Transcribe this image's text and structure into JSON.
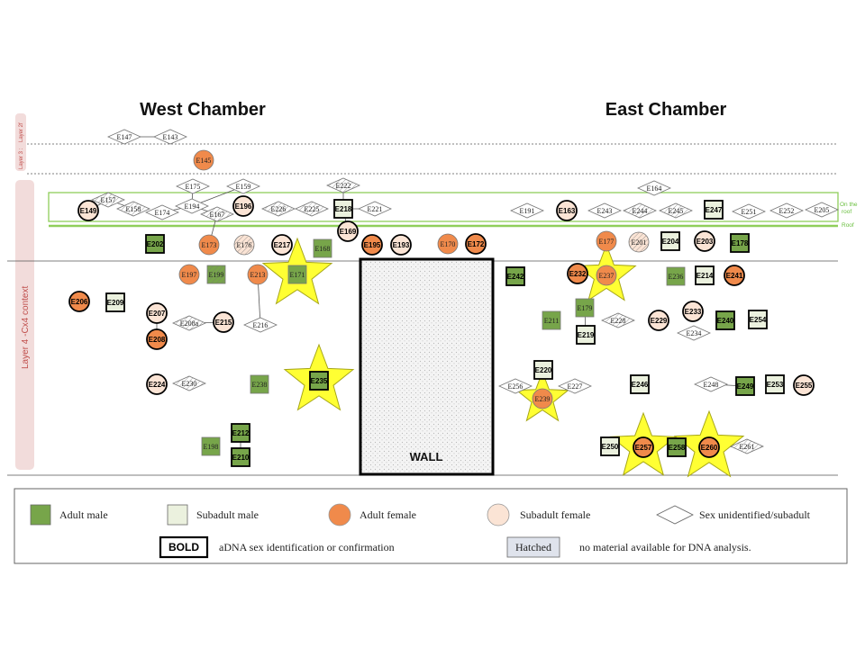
{
  "titles": {
    "west": "West Chamber",
    "east": "East Chamber"
  },
  "side_labels": {
    "layer3": "Layer 3 :",
    "layer2f": "Layer 2f",
    "layer4": "Layer 4 -Cx4 context"
  },
  "notes": {
    "on_the_roof_1": "On the",
    "on_the_roof_2": "roof",
    "roof": "Roof"
  },
  "wall_label": "WALL",
  "colors": {
    "adult_male": "#77a54a",
    "subadult_male": "#ebf1de",
    "adult_female": "#f08a4b",
    "subadult_female": "#fbe4d5",
    "unidentified": "#ffffff",
    "star": "#ffff33",
    "roof_line": "#8fce5a",
    "layer_band": "#f2dcdb"
  },
  "legend": {
    "adult_male": "Adult male",
    "subadult_male": "Subadult male",
    "adult_female": "Adult female",
    "subadult_female": "Subadult female",
    "unidentified": "Sex unidentified/subadult",
    "bold_box": "BOLD",
    "bold_desc": "aDNA sex identification or confirmation",
    "hatched_box": "Hatched",
    "hatched_desc": "no material available for DNA analysis."
  },
  "individuals": [
    {
      "id": "E147",
      "type": "unidentified",
      "bold": false,
      "hatched": false
    },
    {
      "id": "E143",
      "type": "unidentified",
      "bold": false,
      "hatched": false
    },
    {
      "id": "E145",
      "type": "adult_female",
      "bold": false,
      "hatched": false
    },
    {
      "id": "E175",
      "type": "unidentified",
      "bold": false,
      "hatched": false
    },
    {
      "id": "E159",
      "type": "unidentified",
      "bold": false,
      "hatched": false
    },
    {
      "id": "E222",
      "type": "unidentified",
      "bold": false,
      "hatched": true
    },
    {
      "id": "E164",
      "type": "unidentified",
      "bold": false,
      "hatched": false
    },
    {
      "id": "E157",
      "type": "unidentified",
      "bold": false,
      "hatched": true
    },
    {
      "id": "E149",
      "type": "subadult_female",
      "bold": true,
      "hatched": false
    },
    {
      "id": "E158",
      "type": "unidentified",
      "bold": false,
      "hatched": true
    },
    {
      "id": "E174",
      "type": "unidentified",
      "bold": false,
      "hatched": false
    },
    {
      "id": "E194",
      "type": "unidentified",
      "bold": false,
      "hatched": false
    },
    {
      "id": "E167",
      "type": "unidentified",
      "bold": false,
      "hatched": true
    },
    {
      "id": "E196",
      "type": "subadult_female",
      "bold": true,
      "hatched": false
    },
    {
      "id": "E226",
      "type": "unidentified",
      "bold": false,
      "hatched": true
    },
    {
      "id": "E225",
      "type": "unidentified",
      "bold": false,
      "hatched": true
    },
    {
      "id": "E218",
      "type": "subadult_male",
      "bold": true,
      "hatched": false
    },
    {
      "id": "E221",
      "type": "unidentified",
      "bold": false,
      "hatched": false
    },
    {
      "id": "E191",
      "type": "unidentified",
      "bold": false,
      "hatched": false
    },
    {
      "id": "E163",
      "type": "subadult_female",
      "bold": true,
      "hatched": false
    },
    {
      "id": "E243",
      "type": "unidentified",
      "bold": false,
      "hatched": false
    },
    {
      "id": "E244",
      "type": "unidentified",
      "bold": false,
      "hatched": true
    },
    {
      "id": "E245",
      "type": "unidentified",
      "bold": false,
      "hatched": true
    },
    {
      "id": "E247",
      "type": "subadult_male",
      "bold": true,
      "hatched": false
    },
    {
      "id": "E251",
      "type": "unidentified",
      "bold": false,
      "hatched": false
    },
    {
      "id": "E252",
      "type": "unidentified",
      "bold": false,
      "hatched": false
    },
    {
      "id": "E205",
      "type": "unidentified",
      "bold": false,
      "hatched": false
    },
    {
      "id": "E169",
      "type": "subadult_female",
      "bold": true,
      "hatched": false
    },
    {
      "id": "E202",
      "type": "adult_male",
      "bold": true,
      "hatched": false
    },
    {
      "id": "E173",
      "type": "adult_female",
      "bold": false,
      "hatched": false
    },
    {
      "id": "E176",
      "type": "subadult_female",
      "bold": false,
      "hatched": true
    },
    {
      "id": "E217",
      "type": "subadult_female",
      "bold": true,
      "hatched": false
    },
    {
      "id": "E168",
      "type": "adult_male",
      "bold": false,
      "hatched": false
    },
    {
      "id": "E195",
      "type": "adult_female",
      "bold": true,
      "hatched": false
    },
    {
      "id": "E193",
      "type": "subadult_female",
      "bold": true,
      "hatched": false
    },
    {
      "id": "E170",
      "type": "adult_female",
      "bold": false,
      "hatched": false
    },
    {
      "id": "E172",
      "type": "adult_female",
      "bold": true,
      "hatched": false
    },
    {
      "id": "E177",
      "type": "adult_female",
      "bold": false,
      "hatched": false
    },
    {
      "id": "E201",
      "type": "subadult_female",
      "bold": false,
      "hatched": true
    },
    {
      "id": "E204",
      "type": "subadult_male",
      "bold": true,
      "hatched": false
    },
    {
      "id": "E203",
      "type": "subadult_female",
      "bold": true,
      "hatched": false
    },
    {
      "id": "E178",
      "type": "adult_male",
      "bold": true,
      "hatched": false
    },
    {
      "id": "E197",
      "type": "adult_female",
      "bold": false,
      "hatched": false
    },
    {
      "id": "E199",
      "type": "adult_male",
      "bold": false,
      "hatched": true
    },
    {
      "id": "E213",
      "type": "adult_female",
      "bold": false,
      "hatched": false
    },
    {
      "id": "E171",
      "type": "adult_male",
      "bold": false,
      "hatched": false
    },
    {
      "id": "E206",
      "type": "adult_female",
      "bold": true,
      "hatched": false
    },
    {
      "id": "E209",
      "type": "subadult_male",
      "bold": true,
      "hatched": false
    },
    {
      "id": "E207",
      "type": "subadult_female",
      "bold": true,
      "hatched": false
    },
    {
      "id": "E208a",
      "type": "unidentified",
      "bold": false,
      "hatched": true
    },
    {
      "id": "E215",
      "type": "subadult_female",
      "bold": true,
      "hatched": false
    },
    {
      "id": "E216",
      "type": "unidentified",
      "bold": false,
      "hatched": false
    },
    {
      "id": "E208",
      "type": "adult_female",
      "bold": true,
      "hatched": false
    },
    {
      "id": "E224",
      "type": "subadult_female",
      "bold": true,
      "hatched": false
    },
    {
      "id": "E230",
      "type": "unidentified",
      "bold": false,
      "hatched": true
    },
    {
      "id": "E238",
      "type": "adult_male",
      "bold": false,
      "hatched": false
    },
    {
      "id": "E235",
      "type": "adult_male",
      "bold": true,
      "hatched": false
    },
    {
      "id": "E212",
      "type": "adult_male",
      "bold": true,
      "hatched": false
    },
    {
      "id": "E198",
      "type": "adult_male",
      "bold": false,
      "hatched": false
    },
    {
      "id": "E210",
      "type": "adult_male",
      "bold": true,
      "hatched": false
    },
    {
      "id": "E242",
      "type": "adult_male",
      "bold": true,
      "hatched": false
    },
    {
      "id": "E232",
      "type": "adult_female",
      "bold": true,
      "hatched": false
    },
    {
      "id": "E237",
      "type": "adult_female",
      "bold": false,
      "hatched": false
    },
    {
      "id": "E236",
      "type": "adult_male",
      "bold": false,
      "hatched": false
    },
    {
      "id": "E214",
      "type": "subadult_male",
      "bold": true,
      "hatched": false
    },
    {
      "id": "E241",
      "type": "adult_female",
      "bold": true,
      "hatched": false
    },
    {
      "id": "E179",
      "type": "adult_male",
      "bold": false,
      "hatched": false
    },
    {
      "id": "E211",
      "type": "adult_male",
      "bold": false,
      "hatched": false
    },
    {
      "id": "E228",
      "type": "unidentified",
      "bold": false,
      "hatched": true
    },
    {
      "id": "E229",
      "type": "subadult_female",
      "bold": true,
      "hatched": false
    },
    {
      "id": "E233",
      "type": "subadult_female",
      "bold": true,
      "hatched": false
    },
    {
      "id": "E240",
      "type": "adult_male",
      "bold": true,
      "hatched": false
    },
    {
      "id": "E254",
      "type": "subadult_male",
      "bold": true,
      "hatched": false
    },
    {
      "id": "E219",
      "type": "subadult_male",
      "bold": true,
      "hatched": false
    },
    {
      "id": "E234",
      "type": "unidentified",
      "bold": false,
      "hatched": false
    },
    {
      "id": "E220",
      "type": "subadult_male",
      "bold": true,
      "hatched": false
    },
    {
      "id": "E256",
      "type": "unidentified",
      "bold": false,
      "hatched": false
    },
    {
      "id": "E227",
      "type": "unidentified",
      "bold": false,
      "hatched": false
    },
    {
      "id": "E239",
      "type": "adult_female",
      "bold": false,
      "hatched": false
    },
    {
      "id": "E246",
      "type": "subadult_male",
      "bold": true,
      "hatched": false
    },
    {
      "id": "E248",
      "type": "unidentified",
      "bold": false,
      "hatched": false
    },
    {
      "id": "E249",
      "type": "adult_male",
      "bold": true,
      "hatched": false
    },
    {
      "id": "E253",
      "type": "subadult_male",
      "bold": true,
      "hatched": false
    },
    {
      "id": "E255",
      "type": "subadult_female",
      "bold": true,
      "hatched": false
    },
    {
      "id": "E250",
      "type": "subadult_male",
      "bold": true,
      "hatched": false
    },
    {
      "id": "E257",
      "type": "adult_female",
      "bold": true,
      "hatched": false
    },
    {
      "id": "E258",
      "type": "adult_male",
      "bold": true,
      "hatched": false
    },
    {
      "id": "E260",
      "type": "adult_female",
      "bold": true,
      "hatched": false
    },
    {
      "id": "E261",
      "type": "unidentified",
      "bold": false,
      "hatched": true
    }
  ],
  "starred": [
    "E171",
    "E235",
    "E237",
    "E239",
    "E257",
    "E260"
  ],
  "links": [
    [
      "E147",
      "E143"
    ],
    [
      "E175",
      "E194"
    ],
    [
      "E159",
      "E194"
    ],
    [
      "E194",
      "E174"
    ],
    [
      "E194",
      "E167"
    ],
    [
      "E222",
      "E218"
    ],
    [
      "E218",
      "E221"
    ],
    [
      "E218",
      "E169"
    ],
    [
      "E157",
      "E149"
    ],
    [
      "E157",
      "E158"
    ],
    [
      "E167",
      "E173"
    ],
    [
      "E213",
      "E216"
    ],
    [
      "E207",
      "E208"
    ],
    [
      "E208a",
      "E215"
    ],
    [
      "E237",
      "E179"
    ],
    [
      "E179",
      "E219"
    ],
    [
      "E220",
      "E239"
    ],
    [
      "E239",
      "E256"
    ],
    [
      "E239",
      "E227"
    ],
    [
      "E212",
      "E210"
    ],
    [
      "E248",
      "E249"
    ],
    [
      "E260",
      "E261"
    ]
  ]
}
